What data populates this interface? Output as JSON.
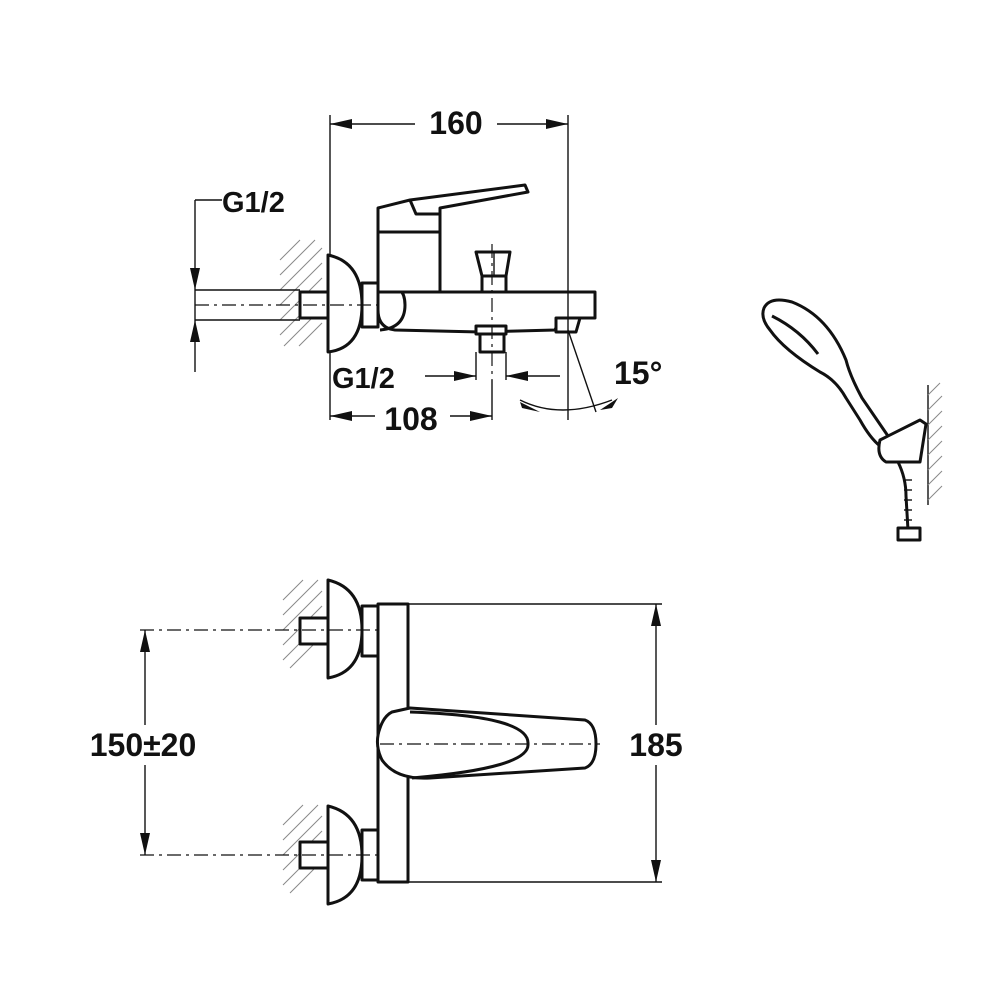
{
  "dimensions": {
    "total_depth": "160",
    "inlet_thread_top": "G1/2",
    "outlet_thread": "G1/2",
    "outlet_depth": "108",
    "spout_angle": "15°",
    "inlet_spacing": "150±20",
    "body_height": "185"
  },
  "colors": {
    "line": "#111111",
    "hatch": "#888888",
    "background": "#ffffff"
  },
  "icons": [
    "faucet-side-view",
    "faucet-front-view",
    "hand-shower-icon"
  ]
}
